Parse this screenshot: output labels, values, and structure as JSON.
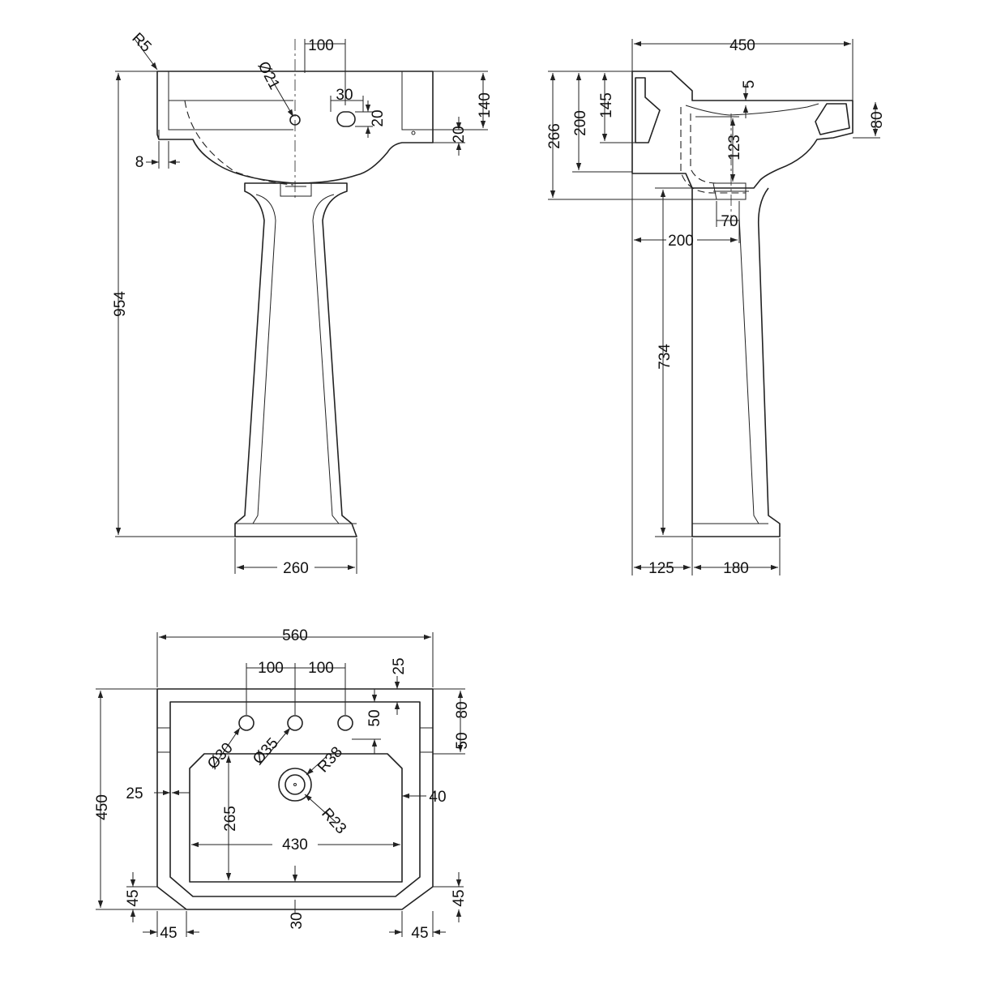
{
  "front_view": {
    "dims": {
      "r5": "R5",
      "tap_offset": "100",
      "hole_dia": "Ø21",
      "slot_w": "30",
      "slot_h": "20",
      "rim_h": "20",
      "depth_140": "140",
      "lip": "8",
      "height": "954",
      "base_w": "260"
    }
  },
  "side_view": {
    "dims": {
      "width": "450",
      "d5": "5",
      "d145": "145",
      "d200": "200",
      "d266": "266",
      "d80": "80",
      "d123": "123",
      "d70": "70",
      "trap_200": "200",
      "d734": "734",
      "d125": "125",
      "d180": "180"
    }
  },
  "plan_view": {
    "dims": {
      "width": "560",
      "hole_l": "100",
      "hole_r": "100",
      "d25_top": "25",
      "d50_a": "50",
      "d80": "80",
      "d50_b": "50",
      "dia30": "Ø30",
      "dia35": "Ø35",
      "r38": "R38",
      "r23": "R23",
      "d25_left": "25",
      "d40": "40",
      "d265": "265",
      "d430": "430",
      "depth": "450",
      "d45_left": "45",
      "d45_right": "45",
      "d30": "30",
      "d45_bl": "45",
      "d45_br": "45"
    }
  }
}
